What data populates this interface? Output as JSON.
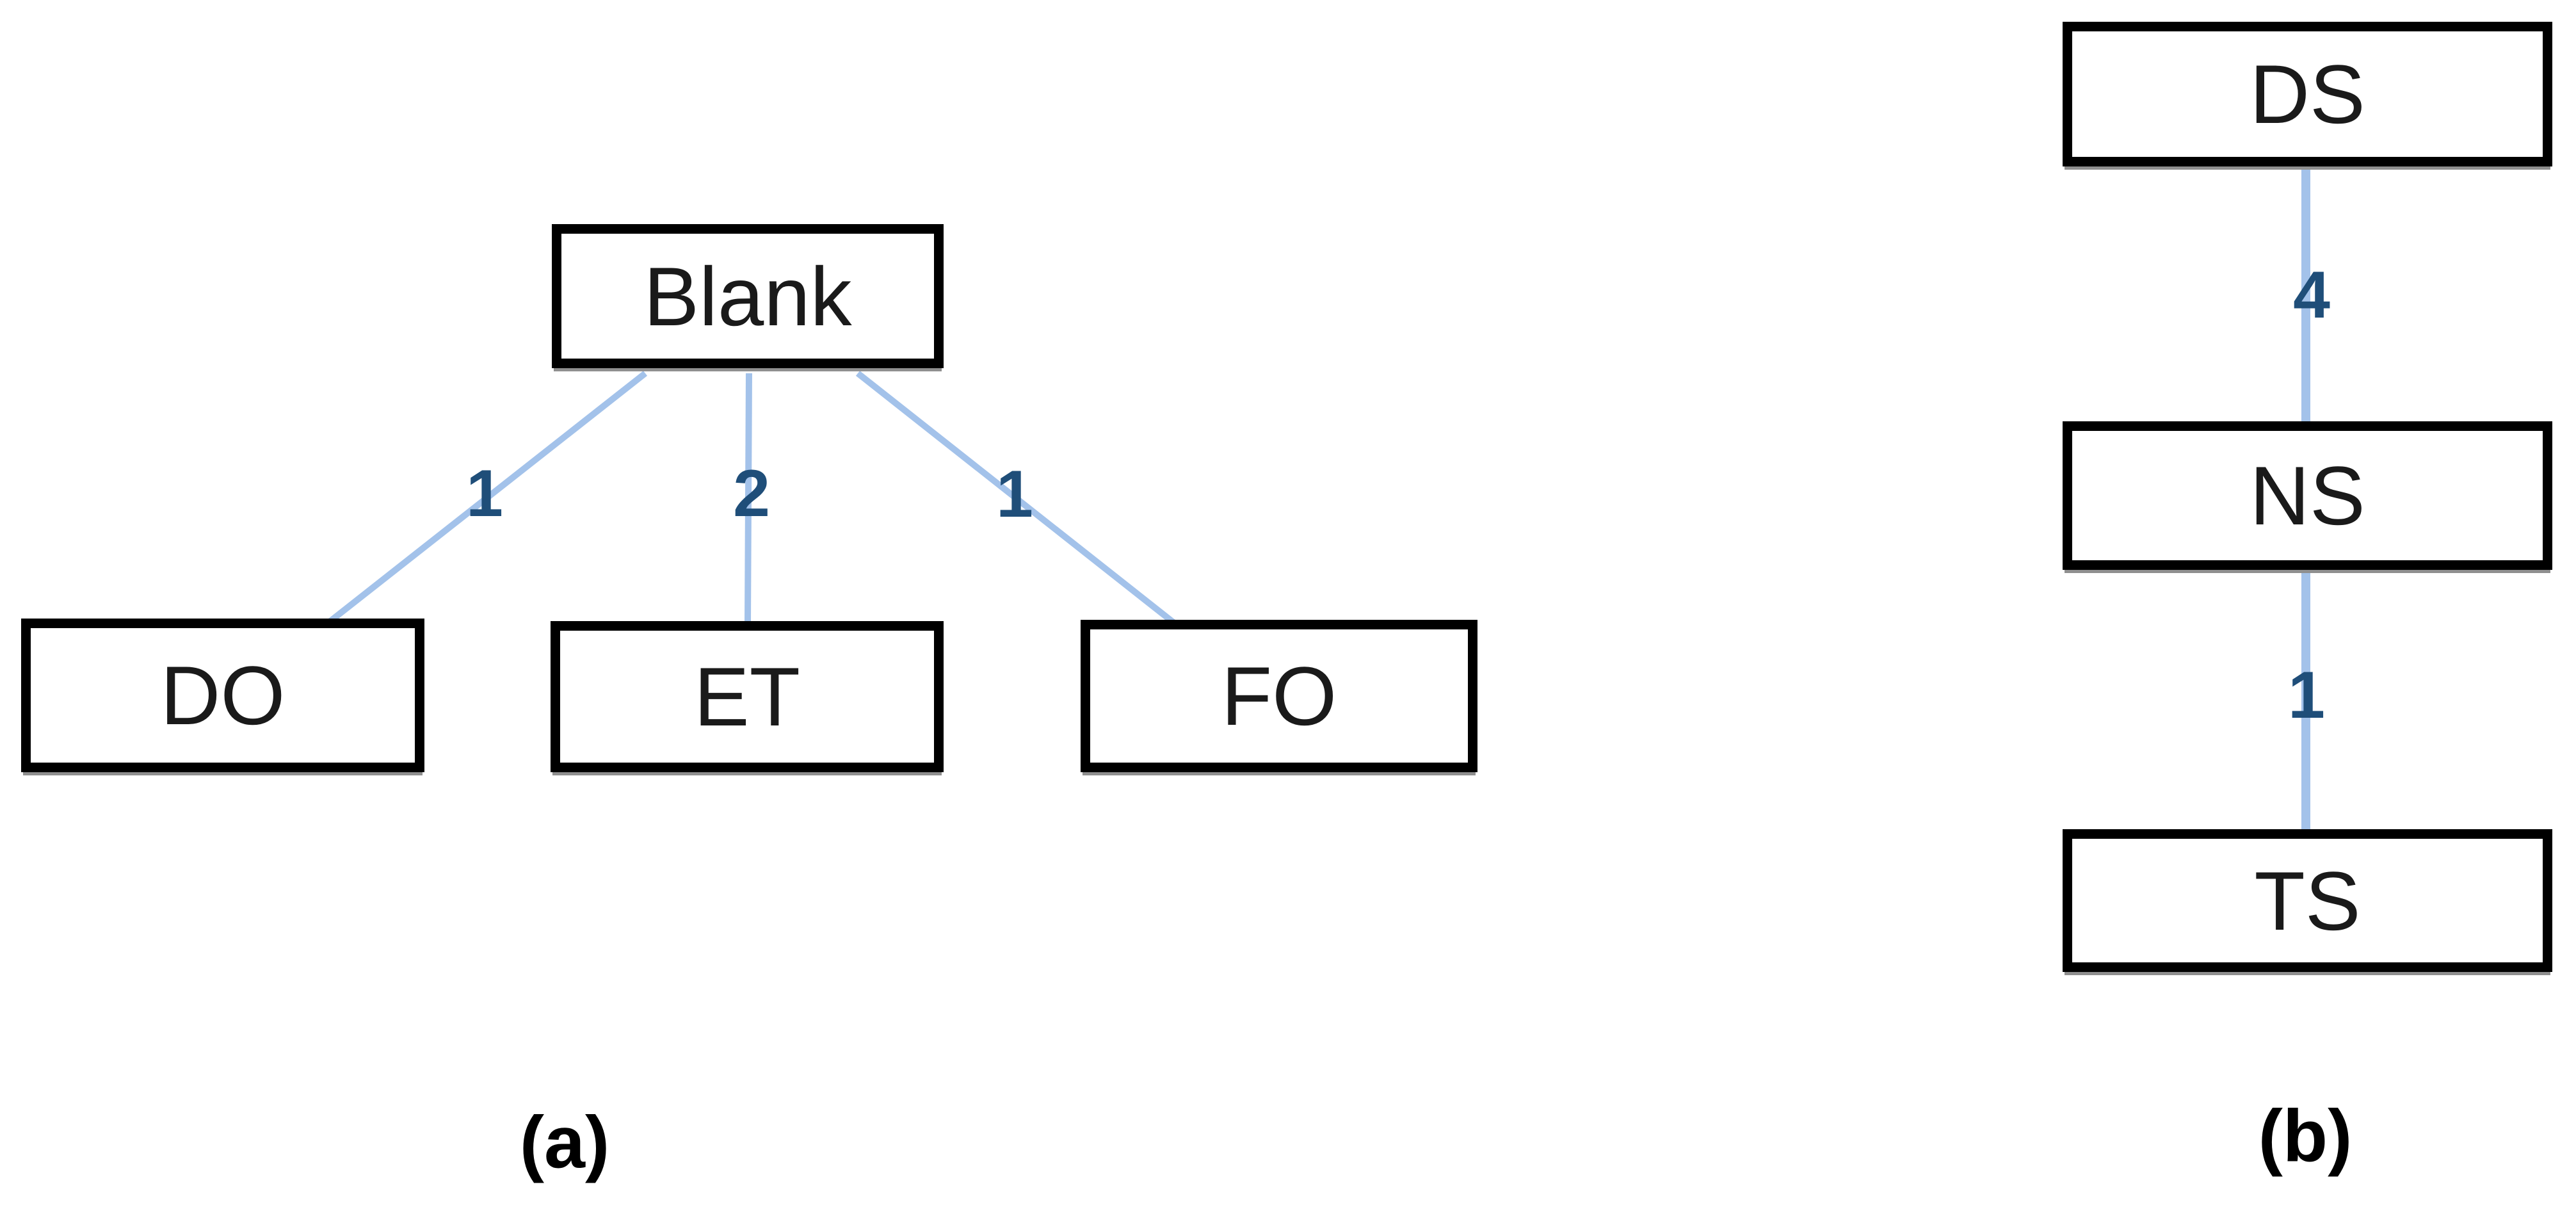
{
  "figure": {
    "panels": [
      {
        "caption": "(a)",
        "nodes": [
          {
            "id": "blank",
            "label": "Blank"
          },
          {
            "id": "do",
            "label": "DO"
          },
          {
            "id": "et",
            "label": "ET"
          },
          {
            "id": "fo",
            "label": "FO"
          }
        ],
        "edges": [
          {
            "from": "Blank",
            "to": "DO",
            "label": "1"
          },
          {
            "from": "Blank",
            "to": "ET",
            "label": "2"
          },
          {
            "from": "Blank",
            "to": "FO",
            "label": "1"
          }
        ]
      },
      {
        "caption": "(b)",
        "nodes": [
          {
            "id": "ds",
            "label": "DS"
          },
          {
            "id": "ns",
            "label": "NS"
          },
          {
            "id": "ts",
            "label": "TS"
          }
        ],
        "edges": [
          {
            "from": "DS",
            "to": "NS",
            "label": "4"
          },
          {
            "from": "NS",
            "to": "TS",
            "label": "1"
          }
        ]
      }
    ],
    "colors": {
      "edge_line": "#a3c2ea",
      "edge_label": "#1f4e79",
      "node_border": "#000000",
      "node_text": "#1a1a1a",
      "caption_text": "#000000"
    }
  }
}
